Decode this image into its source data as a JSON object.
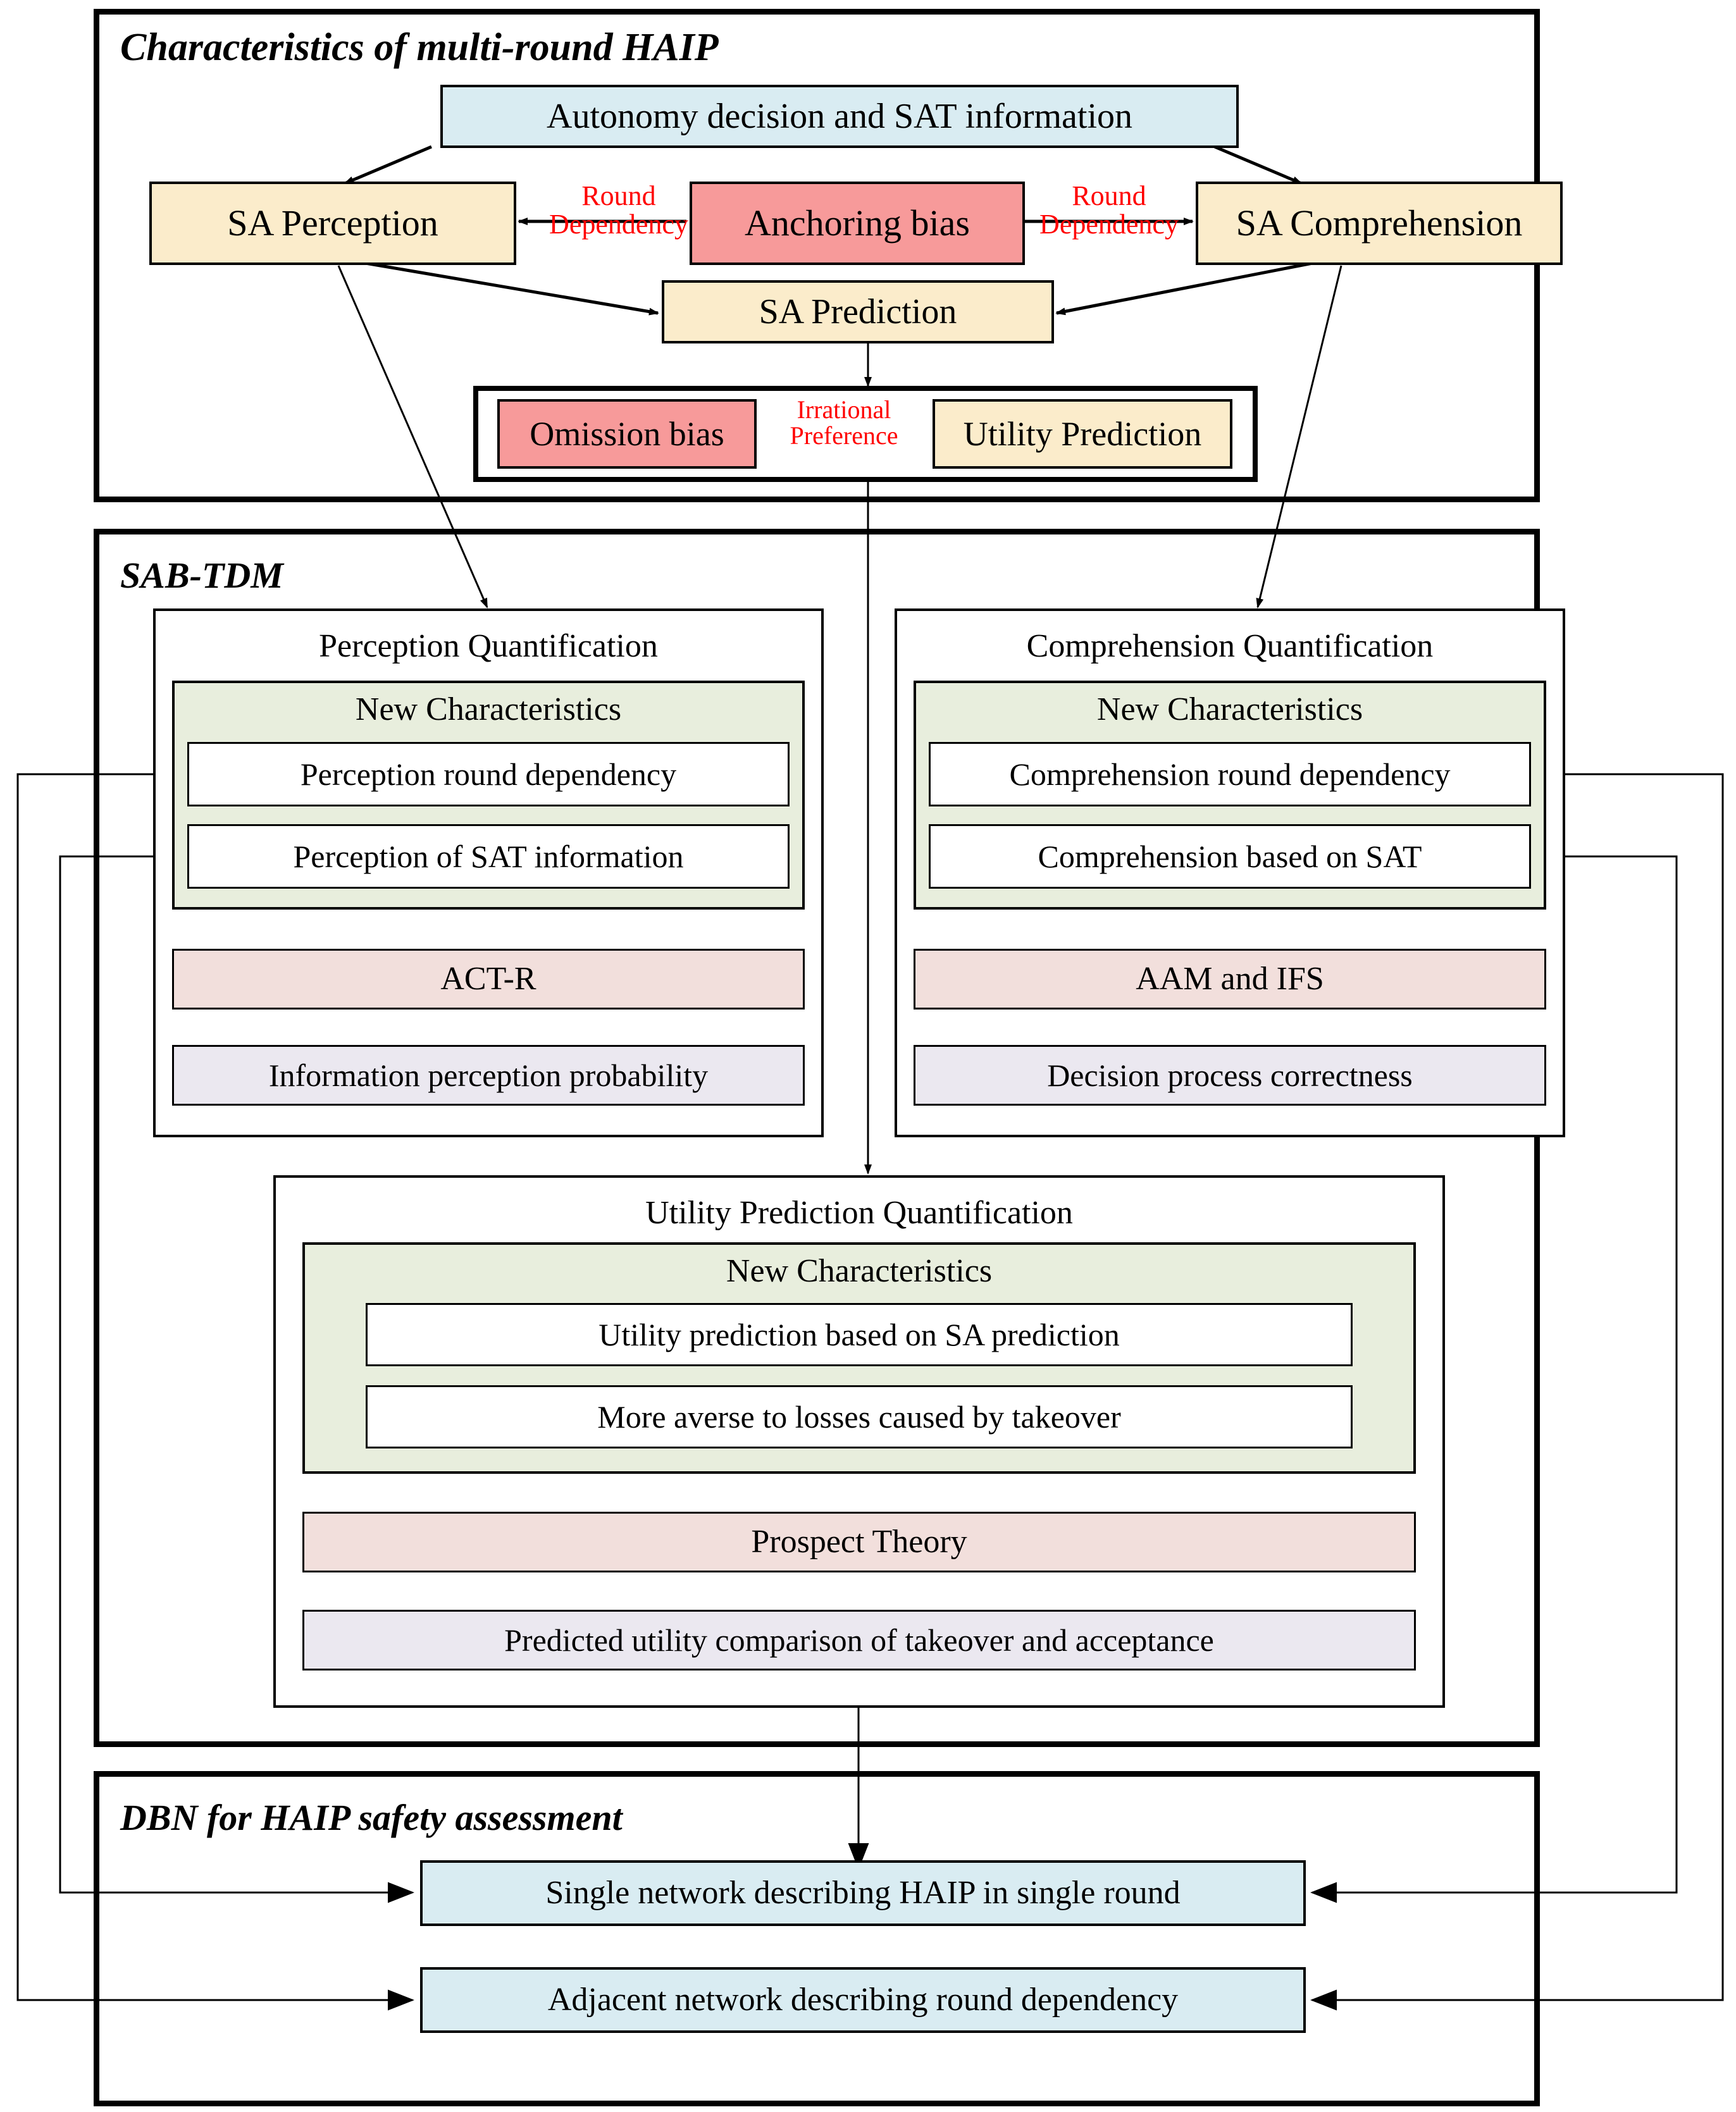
{
  "colors": {
    "blue": "#d9ecf2",
    "yellow": "#fbeccb",
    "red": "#f79a9a",
    "green": "#e8eedd",
    "pink": "#f2dfdc",
    "lavender": "#ebe8f0",
    "edge_label_red": "#ff0000",
    "stroke": "#000000"
  },
  "panels": {
    "top": {
      "title": "Characteristics of multi-round HAIP"
    },
    "middle": {
      "title": "SAB-TDM"
    },
    "bottom": {
      "title": "DBN for HAIP safety assessment"
    }
  },
  "top_panel": {
    "source": "Autonomy decision and SAT information",
    "perception": "SA Perception",
    "anchoring_bias": "Anchoring bias",
    "comprehension": "SA Comprehension",
    "prediction": "SA Prediction",
    "omission_bias": "Omission bias",
    "utility_prediction": "Utility Prediction",
    "edge_labels": {
      "round_dependency_left": "Round\nDependency",
      "round_dependency_right": "Round\nDependency",
      "irrational_preference": "Irrational\nPreference"
    }
  },
  "middle_panel": {
    "perception_quant": {
      "title": "Perception Quantification",
      "new_characteristics_label": "New Characteristics",
      "characteristics": [
        "Perception round dependency",
        "Perception of SAT information"
      ],
      "method": "ACT-R",
      "output": "Information perception probability"
    },
    "comprehension_quant": {
      "title": "Comprehension Quantification",
      "new_characteristics_label": "New Characteristics",
      "characteristics": [
        "Comprehension round dependency",
        "Comprehension based on SAT"
      ],
      "method": "AAM and IFS",
      "output": "Decision process correctness"
    },
    "utility_quant": {
      "title": "Utility Prediction Quantification",
      "new_characteristics_label": "New Characteristics",
      "characteristics": [
        "Utility prediction based on SA prediction",
        "More averse to losses caused by takeover"
      ],
      "method": "Prospect Theory",
      "output": "Predicted utility comparison of takeover and acceptance"
    }
  },
  "bottom_panel": {
    "single_network": "Single network describing HAIP in single round",
    "adjacent_network": "Adjacent network describing round dependency"
  }
}
